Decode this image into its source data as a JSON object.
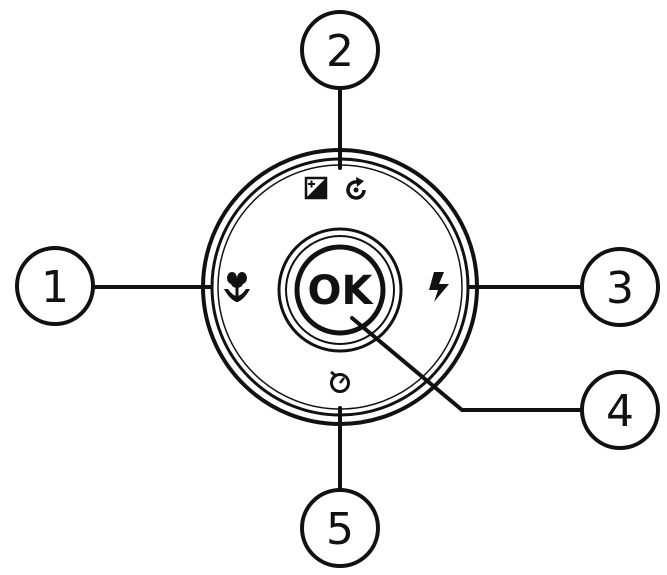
{
  "center_button": {
    "label": "OK"
  },
  "callouts": [
    {
      "id": 1,
      "label": "1",
      "target": "macro-icon"
    },
    {
      "id": 2,
      "label": "2",
      "target": "exposure-rotate-icons"
    },
    {
      "id": 3,
      "label": "3",
      "target": "flash-icon"
    },
    {
      "id": 4,
      "label": "4",
      "target": "ok-button"
    },
    {
      "id": 5,
      "label": "5",
      "target": "self-timer-icon"
    }
  ],
  "icons": {
    "up": [
      "exposure-compensation-icon",
      "rotate-icon"
    ],
    "left": "macro-flower-icon",
    "right": "flash-icon",
    "down": "self-timer-icon"
  },
  "colors": {
    "line": "#111111",
    "background": "#ffffff"
  }
}
